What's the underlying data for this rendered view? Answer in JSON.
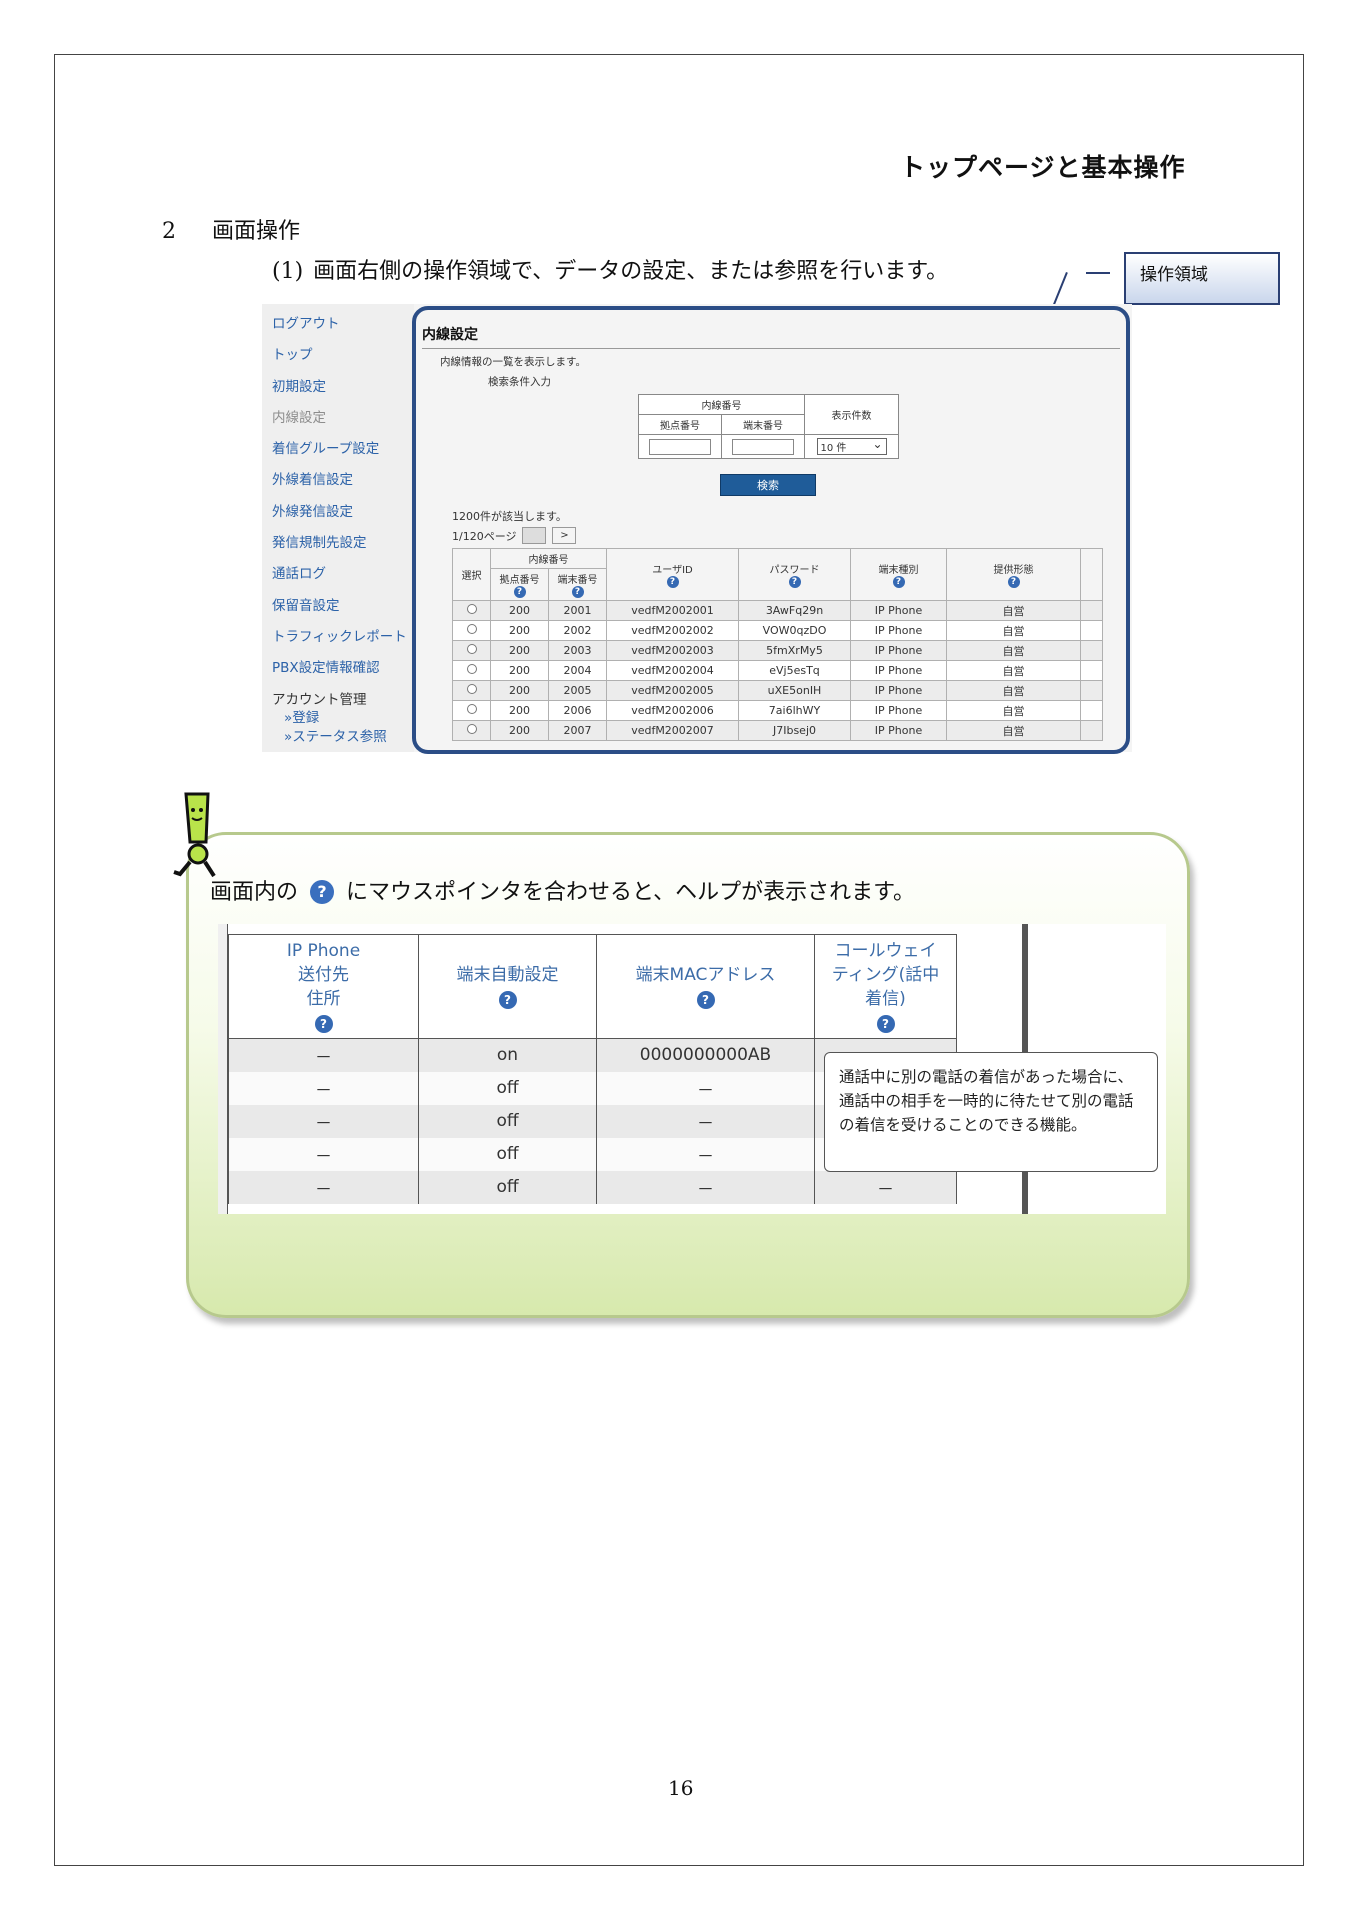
{
  "header": {
    "title": "トップページと基本操作"
  },
  "section": {
    "number": "2",
    "title": "画面操作"
  },
  "subsection": {
    "number": "(1)",
    "text": "画面右側の操作領域で、データの設定、または参照を行います。"
  },
  "callout": {
    "label": "操作領域"
  },
  "screen1": {
    "sidebar": {
      "items": [
        "ログアウト",
        "トップ",
        "初期設定",
        "内線設定",
        "着信グループ設定",
        "外線着信設定",
        "外線発信設定",
        "発信規制先設定",
        "通話ログ",
        "保留音設定",
        "トラフィックレポート",
        "PBX設定情報確認"
      ],
      "account": "アカウント管理",
      "sub_items": [
        "»登録",
        "»ステータス参照"
      ]
    },
    "title": "内線設定",
    "description": "内線情報の一覧を表示します。",
    "condition_label": "検索条件入力",
    "search": {
      "group_header": "内線番号",
      "col_site": "拠点番号",
      "col_terminal": "端末番号",
      "col_display": "表示件数",
      "display_value": "10 件",
      "button": "検索"
    },
    "result_count": "1200件が該当します。",
    "pager": {
      "text": "1/120ページ",
      "next": ">"
    },
    "table": {
      "headers": {
        "select": "選択",
        "extension": "内線番号",
        "site": "拠点番号",
        "terminal": "端末番号",
        "user_id": "ユーザID",
        "password": "パスワード",
        "type": "端末種別",
        "provision": "提供形態"
      },
      "rows": [
        [
          "200",
          "2001",
          "vedfM2002001",
          "3AwFq29n",
          "IP Phone",
          "自営"
        ],
        [
          "200",
          "2002",
          "vedfM2002002",
          "VOW0qzDO",
          "IP Phone",
          "自営"
        ],
        [
          "200",
          "2003",
          "vedfM2002003",
          "5fmXrMy5",
          "IP Phone",
          "自営"
        ],
        [
          "200",
          "2004",
          "vedfM2002004",
          "eVj5esTq",
          "IP Phone",
          "自営"
        ],
        [
          "200",
          "2005",
          "vedfM2002005",
          "uXE5onIH",
          "IP Phone",
          "自営"
        ],
        [
          "200",
          "2006",
          "vedfM2002006",
          "7ai6lhWY",
          "IP Phone",
          "自営"
        ],
        [
          "200",
          "2007",
          "vedfM2002007",
          "J7Ibsej0",
          "IP Phone",
          "自営"
        ]
      ]
    }
  },
  "note": {
    "text_before": "画面内の",
    "text_after": "にマウスポインタを合わせると、ヘルプが表示されます。"
  },
  "screen2": {
    "headers": {
      "ip_phone_l1": "IP Phone",
      "ip_phone_l2": "送付先",
      "ip_phone_l3": "住所",
      "auto": "端末自動設定",
      "mac": "端末MACアドレス",
      "cw_l1": "コールウェイ",
      "cw_l2": "ティング(話中",
      "cw_l3": "着信)"
    },
    "rows": [
      [
        "－",
        "on",
        "0000000000AB",
        ""
      ],
      [
        "－",
        "off",
        "－",
        ""
      ],
      [
        "－",
        "off",
        "－",
        ""
      ],
      [
        "－",
        "off",
        "－",
        ""
      ],
      [
        "－",
        "off",
        "－",
        "－"
      ]
    ],
    "tooltip": "通話中に別の電話の着信があった場合に、通話中の相手を一時的に待たせて別の電話の着信を受けることのできる機能。"
  },
  "page_number": "16",
  "colors": {
    "accent": "#2b4d86",
    "note_green": "#d7e9ad",
    "help_icon": "#3569b3"
  }
}
